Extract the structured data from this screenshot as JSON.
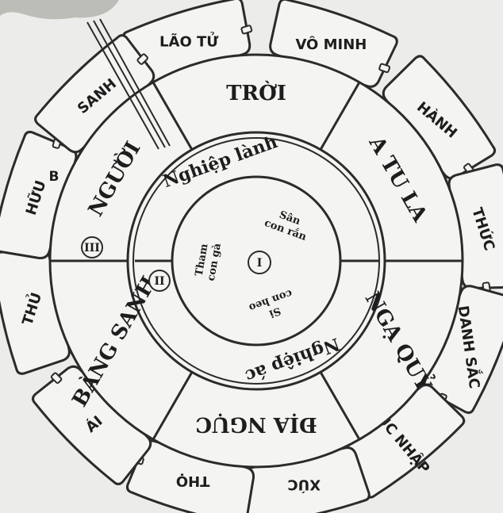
{
  "links": [
    {
      "id": "lao-tu",
      "text": "LÃO TỬ"
    },
    {
      "id": "vo-minh",
      "text": "VÔ MINH"
    },
    {
      "id": "hanh",
      "text": "HÀNH"
    },
    {
      "id": "thuc",
      "text": "THỨC"
    },
    {
      "id": "danh-sac",
      "text": "DANH SẮC"
    },
    {
      "id": "luc-nhap",
      "text": "LỤC NHẬP"
    },
    {
      "id": "xuc",
      "text": "XÚC"
    },
    {
      "id": "tho",
      "text": "THỌ"
    },
    {
      "id": "ai",
      "text": "ÁI"
    },
    {
      "id": "thu",
      "text": "THỦ"
    },
    {
      "id": "huu",
      "text": "HỮU"
    },
    {
      "id": "sanh",
      "text": "SANH"
    }
  ],
  "realms": [
    {
      "id": "troi",
      "text": "TRỜI"
    },
    {
      "id": "a-tu-la",
      "text": "A TU LA"
    },
    {
      "id": "nga-quy",
      "text": "NGẠ QUỶ"
    },
    {
      "id": "dia-nguc",
      "text": "ĐỊA NGỤC"
    },
    {
      "id": "bang-sanh",
      "text": "BÀNG SANH"
    },
    {
      "id": "nguoi",
      "text": "NGƯỜI"
    }
  ],
  "karma": {
    "good": "Nghiệp lành",
    "bad": "Nghiệp ác"
  },
  "poisons": {
    "san": [
      "Sân",
      "con rắn"
    ],
    "tham": [
      "Tham",
      "con gà"
    ],
    "si": [
      "Si",
      "con heo"
    ]
  },
  "markers": {
    "ring1": "I",
    "ring2": "II",
    "ring3": "III",
    "huu_letter": "B"
  }
}
